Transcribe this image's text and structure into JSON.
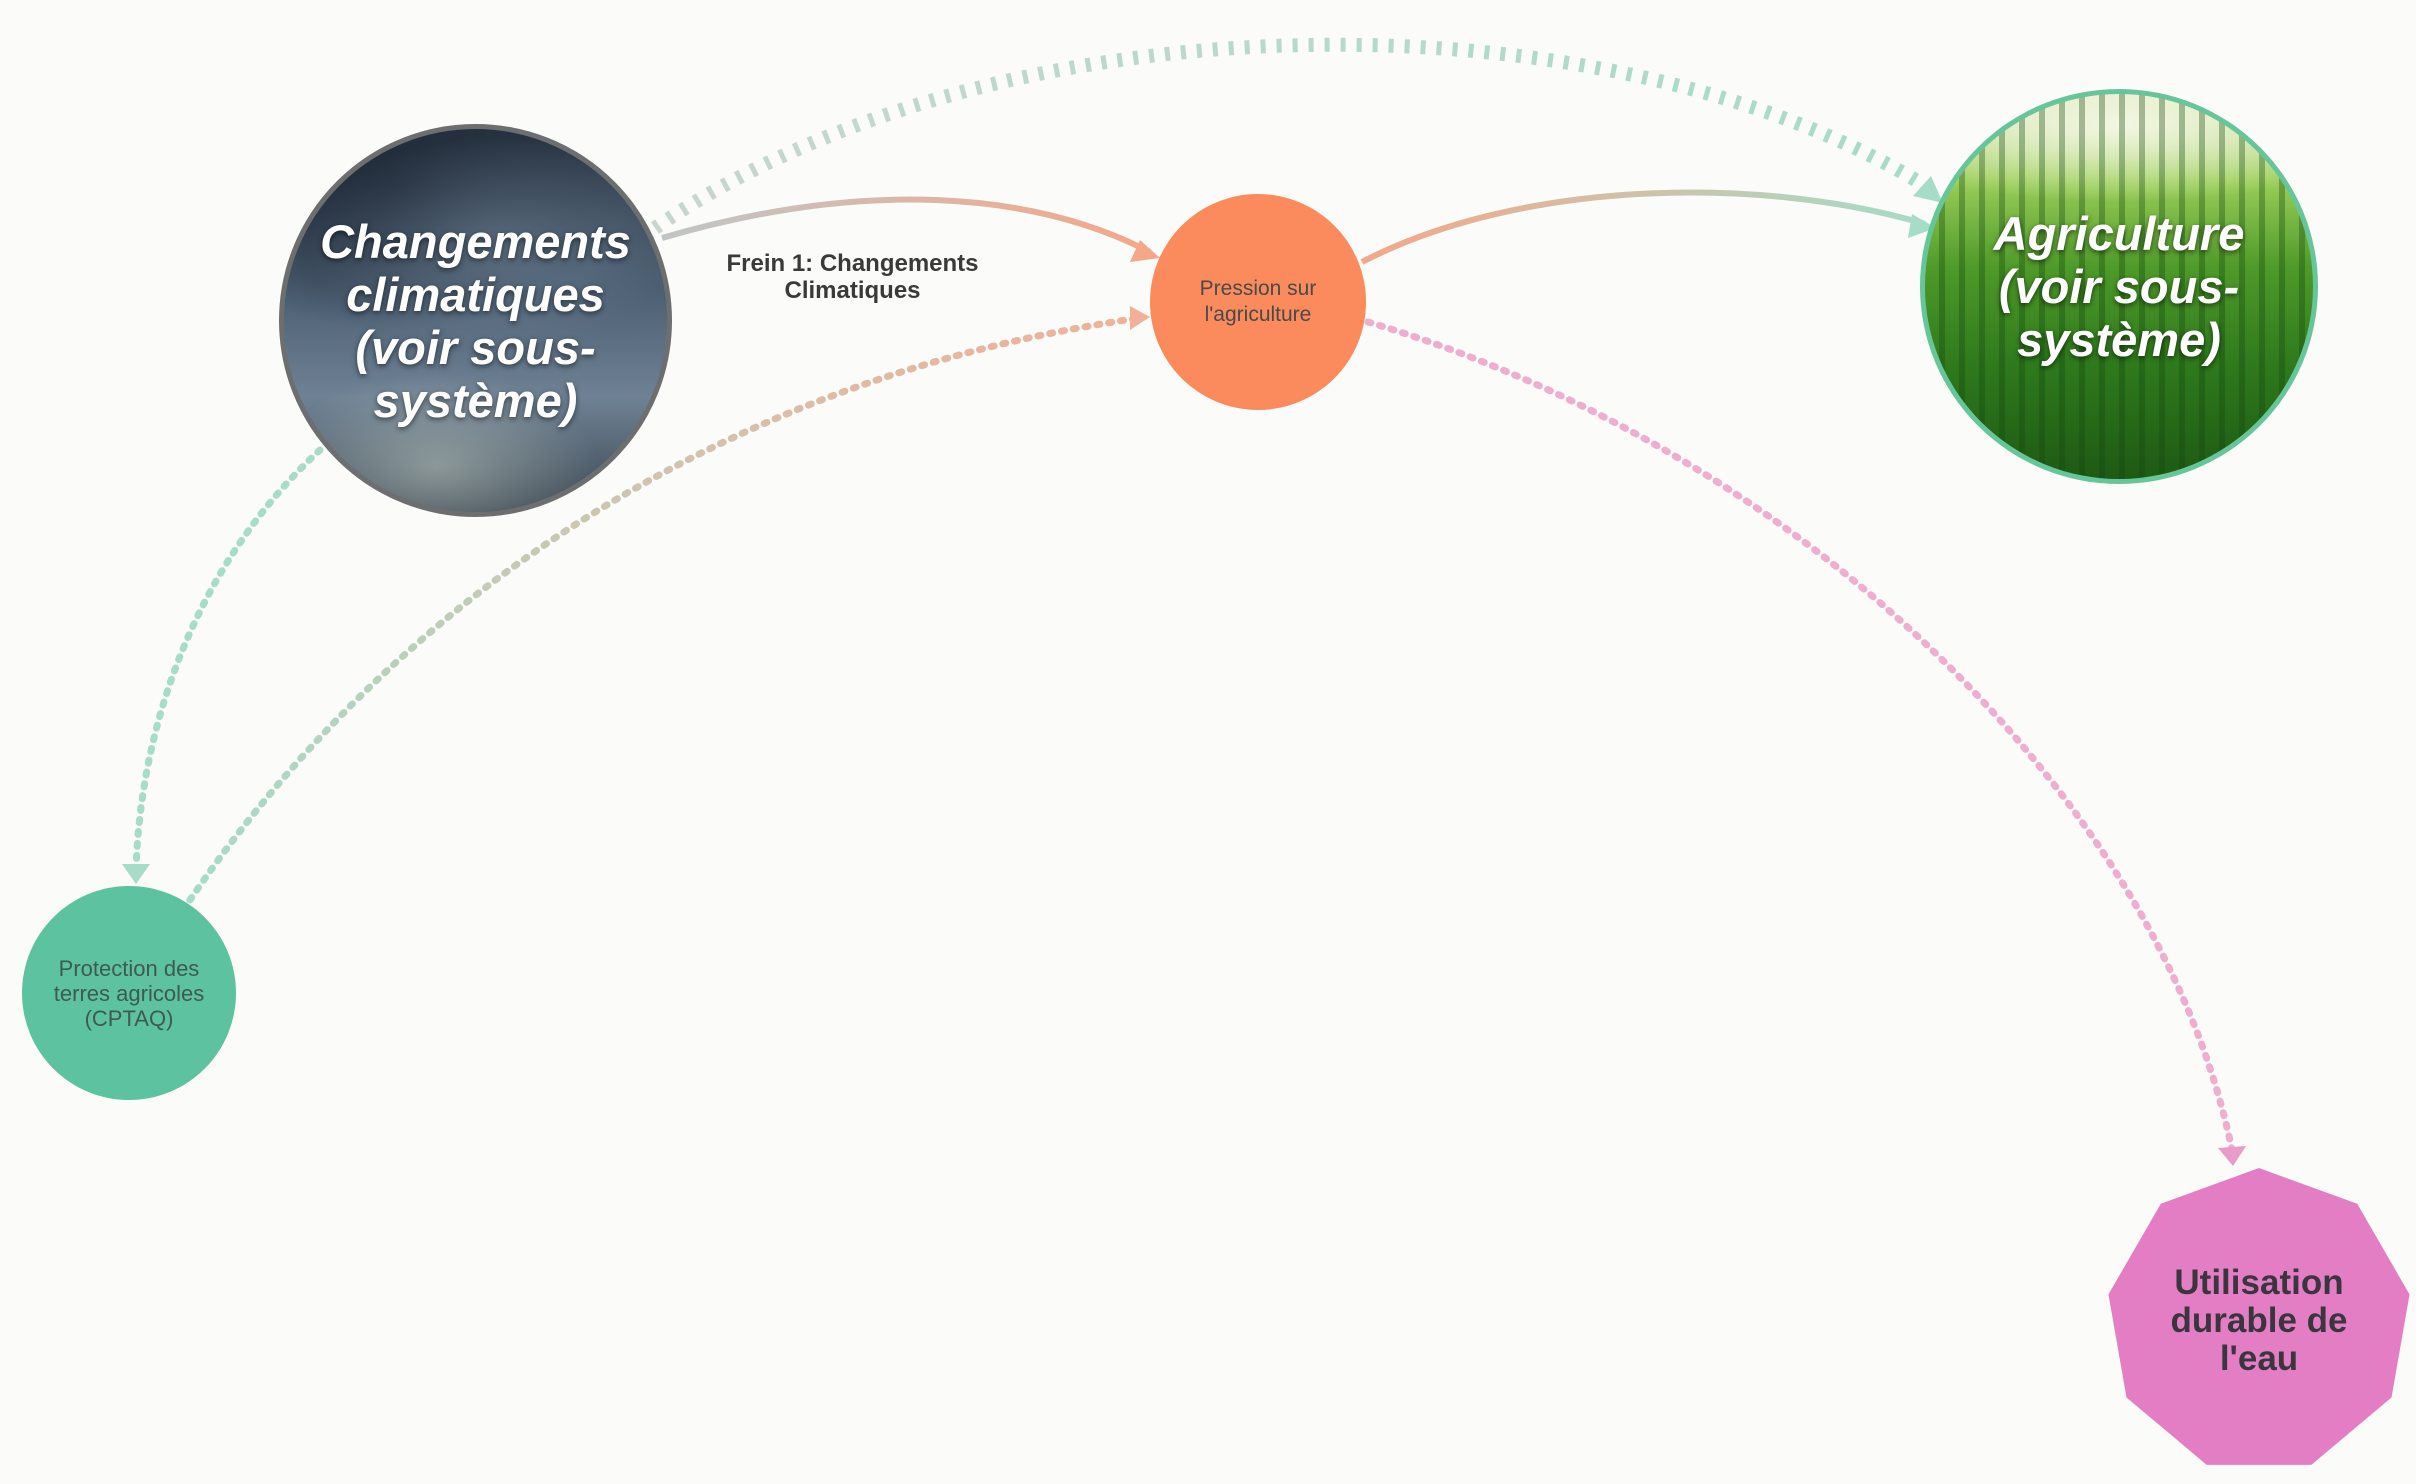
{
  "diagram": {
    "nodes": {
      "climate": {
        "label": "Changements climatiques (voir sous-système)"
      },
      "agriculture": {
        "label": "Agriculture (voir sous-système)"
      },
      "pression": {
        "label": "Pression sur l'agriculture"
      },
      "protection": {
        "label": "Protection des terres agricoles (CPTAQ)"
      },
      "eau": {
        "label": "Utilisation durable de l'eau"
      }
    },
    "edges": {
      "climate_to_pression": {
        "label": "Frein 1: Changements Climatiques"
      }
    }
  },
  "colors": {
    "pression": "#fb8b5c",
    "protection": "#5cc2a0",
    "eau": "#e47ec4",
    "agriculture_border": "#67c59a",
    "climate_border": "#6c6e70",
    "link_teal": "#a6dcc8",
    "link_salmon": "#f2b09a",
    "link_pink": "#efaed0"
  }
}
